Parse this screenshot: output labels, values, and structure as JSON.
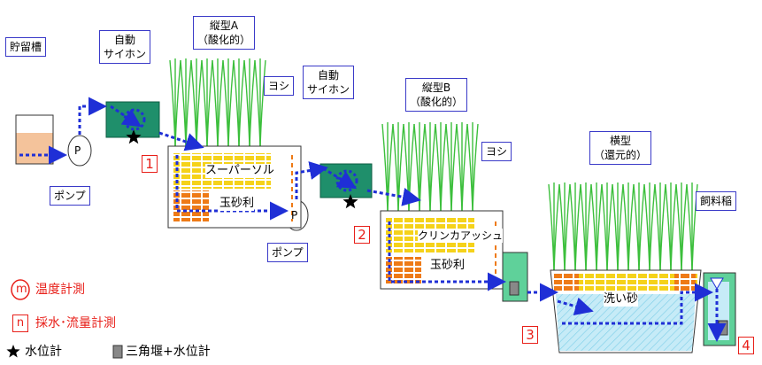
{
  "labels": {
    "storage_tank": "貯留槽",
    "auto_siphon_1_line1": "自動",
    "auto_siphon_1_line2": "サイホン",
    "vertical_a_line1": "縦型A",
    "vertical_a_line2": "（酸化的）",
    "reed_1": "ヨシ",
    "auto_siphon_2_line1": "自動",
    "auto_siphon_2_line2": "サイホン",
    "vertical_b_line1": "縦型B",
    "vertical_b_line2": "（酸化的）",
    "reed_2": "ヨシ",
    "horizontal_line1": "横型",
    "horizontal_line2": "（還元的）",
    "feed_rice": "飼料稲",
    "pump_1": "ポンプ",
    "pump_2": "ポンプ",
    "pump_symbol": "P",
    "super_soil": "スーパーソル",
    "gravel_1": "玉砂利",
    "clinker_ash": "クリンカアッシュ",
    "gravel_2": "玉砂利",
    "washed_sand": "洗い砂"
  },
  "markers": [
    "1",
    "2",
    "3",
    "4"
  ],
  "legend": {
    "temp_symbol": "m",
    "temp_label": "温度計測",
    "sampling_symbol": "n",
    "sampling_label": "採水･流量計測",
    "water_level_label": "水位計",
    "weir_label": "三角堰+水位計"
  },
  "colors": {
    "accent_red": "#e8201a",
    "flow_blue": "#1f2fd6",
    "reed_green": "#3cbf3c",
    "siphon_teal": "#1f8f6b",
    "gravel_yellow": "#f5d21a",
    "gravel_orange": "#ee7a16",
    "tank_liquid": "#f4c39b",
    "water_blue": "#bfe6f5"
  }
}
